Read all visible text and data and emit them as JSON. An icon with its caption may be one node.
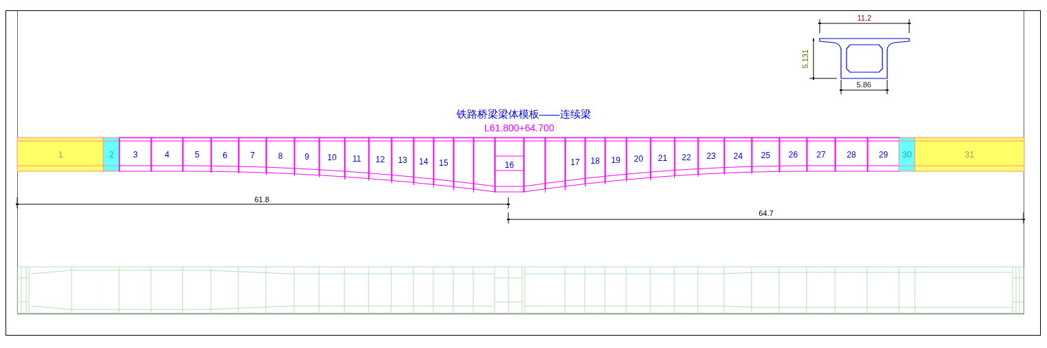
{
  "diagram": {
    "title": "铁路桥梁梁体模板——连续梁",
    "nodes": [
      {
        "text": [
          "1"
        ]
      },
      {
        "text": [
          "2"
        ]
      },
      {
        "text": [
          "3"
        ]
      },
      {
        "text": [
          "4"
        ]
      },
      {
        "text": [
          "5"
        ]
      },
      {
        "text": [
          "6"
        ]
      },
      {
        "text": [
          "7"
        ]
      },
      {
        "text": [
          "8"
        ]
      },
      {
        "text": [
          "9"
        ]
      },
      {
        "text": [
          "10"
        ]
      },
      {
        "text": [
          "11"
        ]
      },
      {
        "text": [
          "12"
        ]
      },
      {
        "text": [
          "13"
        ]
      },
      {
        "text": [
          "14"
        ]
      },
      {
        "text": [
          "15"
        ]
      },
      {
        "text": [],
        "shape": "box"
      },
      {
        "text": [],
        "shape": "box"
      },
      {
        "text": [
          "16"
        ]
      },
      {
        "text": [],
        "shape": "box"
      },
      {
        "text": [],
        "shape": "box"
      },
      {
        "text": [
          "17"
        ]
      },
      {
        "text": [
          "18"
        ]
      },
      {
        "text": [
          "19"
        ]
      },
      {
        "text": [
          "20"
        ]
      },
      {
        "text": [
          "21"
        ]
      },
      {
        "text": [
          "22"
        ]
      },
      {
        "text": [
          "23"
        ]
      },
      {
        "text": [
          "24"
        ]
      },
      {
        "text": [
          "25"
        ]
      },
      {
        "text": [
          "26"
        ]
      },
      {
        "text": [
          "27"
        ]
      },
      {
        "text": [
          "28"
        ]
      },
      {
        "text": [
          "29"
        ]
      },
      {
        "text": [
          "30"
        ]
      },
      {
        "text": [
          "31"
        ]
      }
    ],
    "edges": [],
    "labels": [
      "11.2",
      "5.131",
      "5.86",
      "L61.800+64.700",
      "61.8",
      "64.7"
    ]
  }
}
